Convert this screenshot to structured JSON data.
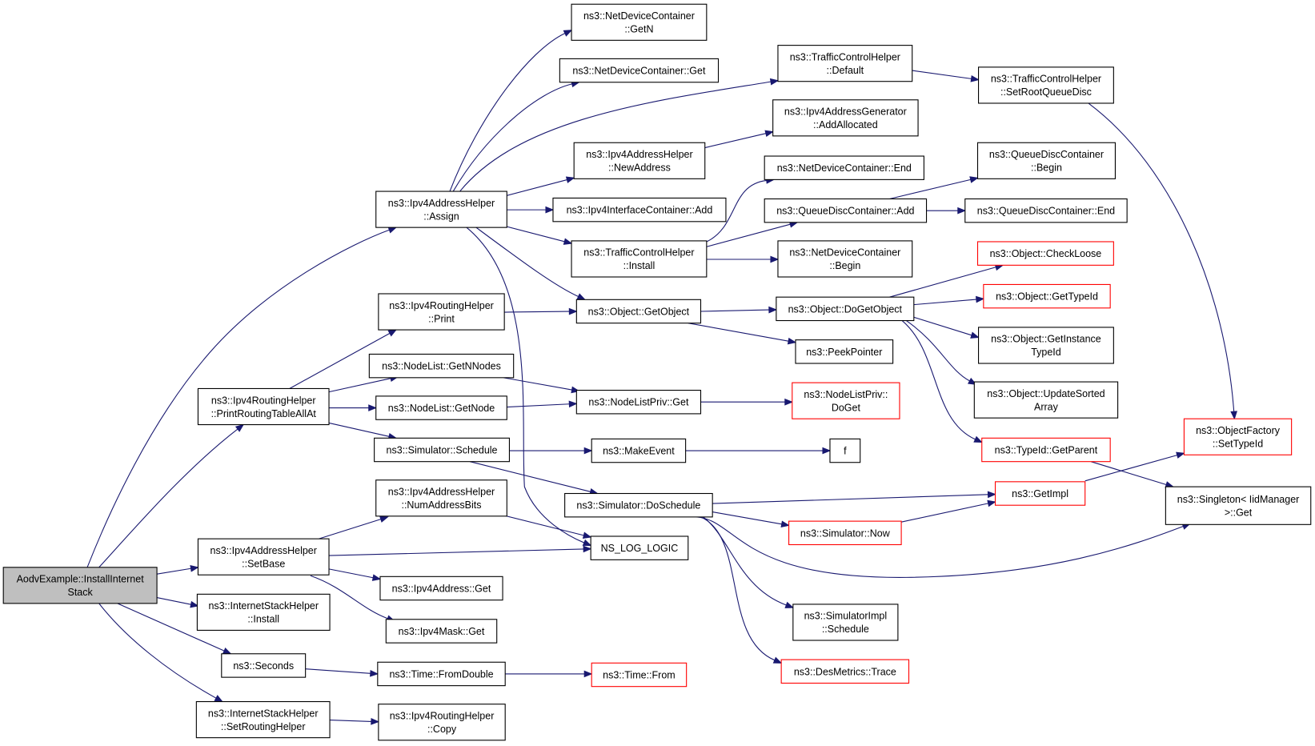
{
  "colors": {
    "edge": "#191970",
    "node_border": "#000000",
    "node_border_external": "#ff0000",
    "root_fill": "#bfbfbf",
    "node_fill": "#ffffff",
    "text": "#000000"
  },
  "nodes": [
    {
      "id": "root",
      "lines": [
        "AodvExample::InstallInternet",
        "Stack"
      ],
      "style": "root"
    },
    {
      "id": "ipv4ah_assign",
      "lines": [
        "ns3::Ipv4AddressHelper",
        "::Assign"
      ]
    },
    {
      "id": "ndc_getn",
      "lines": [
        "ns3::NetDeviceContainer",
        "::GetN"
      ]
    },
    {
      "id": "ndc_get",
      "lines": [
        "ns3::NetDeviceContainer::Get"
      ]
    },
    {
      "id": "tch_default",
      "lines": [
        "ns3::TrafficControlHelper",
        "::Default"
      ]
    },
    {
      "id": "tch_setroot",
      "lines": [
        "ns3::TrafficControlHelper",
        "::SetRootQueueDisc"
      ]
    },
    {
      "id": "ipv4ag_addalloc",
      "lines": [
        "ns3::Ipv4AddressGenerator",
        "::AddAllocated"
      ]
    },
    {
      "id": "ipv4ah_newaddr",
      "lines": [
        "ns3::Ipv4AddressHelper",
        "::NewAddress"
      ]
    },
    {
      "id": "ndc_end",
      "lines": [
        "ns3::NetDeviceContainer::End"
      ]
    },
    {
      "id": "qdc_begin",
      "lines": [
        "ns3::QueueDiscContainer",
        "::Begin"
      ]
    },
    {
      "id": "ipv4ic_add",
      "lines": [
        "ns3::Ipv4InterfaceContainer::Add"
      ]
    },
    {
      "id": "qdc_add",
      "lines": [
        "ns3::QueueDiscContainer::Add"
      ]
    },
    {
      "id": "qdc_end",
      "lines": [
        "ns3::QueueDiscContainer::End"
      ]
    },
    {
      "id": "tch_install",
      "lines": [
        "ns3::TrafficControlHelper",
        "::Install"
      ]
    },
    {
      "id": "ndc_begin",
      "lines": [
        "ns3::NetDeviceContainer",
        "::Begin"
      ]
    },
    {
      "id": "obj_checkloose",
      "lines": [
        "ns3::Object::CheckLoose"
      ],
      "style": "external"
    },
    {
      "id": "ipv4rh_print",
      "lines": [
        "ns3::Ipv4RoutingHelper",
        "::Print"
      ]
    },
    {
      "id": "obj_getobject",
      "lines": [
        "ns3::Object::GetObject"
      ]
    },
    {
      "id": "obj_dogetobject",
      "lines": [
        "ns3::Object::DoGetObject"
      ]
    },
    {
      "id": "obj_gettypeid",
      "lines": [
        "ns3::Object::GetTypeId"
      ],
      "style": "external"
    },
    {
      "id": "peekpointer",
      "lines": [
        "ns3::PeekPointer"
      ]
    },
    {
      "id": "obj_getinstance",
      "lines": [
        "ns3::Object::GetInstance",
        "TypeId"
      ]
    },
    {
      "id": "nodelist_getnnodes",
      "lines": [
        "ns3::NodeList::GetNNodes"
      ]
    },
    {
      "id": "ipv4rh_printall",
      "lines": [
        "ns3::Ipv4RoutingHelper",
        "::PrintRoutingTableAllAt"
      ]
    },
    {
      "id": "nodelist_getnode",
      "lines": [
        "ns3::NodeList::GetNode"
      ]
    },
    {
      "id": "nodelistpriv_get",
      "lines": [
        "ns3::NodeListPriv::Get"
      ]
    },
    {
      "id": "nodelistpriv_doget",
      "lines": [
        "ns3::NodeListPriv::",
        "DoGet"
      ],
      "style": "external"
    },
    {
      "id": "obj_updatesorted",
      "lines": [
        "ns3::Object::UpdateSorted",
        "Array"
      ]
    },
    {
      "id": "sim_schedule",
      "lines": [
        "ns3::Simulator::Schedule"
      ]
    },
    {
      "id": "makeevent",
      "lines": [
        "ns3::MakeEvent"
      ]
    },
    {
      "id": "f",
      "lines": [
        "f"
      ]
    },
    {
      "id": "typeid_getparent",
      "lines": [
        "ns3::TypeId::GetParent"
      ],
      "style": "external"
    },
    {
      "id": "objfactory_settypeid",
      "lines": [
        "ns3::ObjectFactory",
        "::SetTypeId"
      ],
      "style": "external"
    },
    {
      "id": "ipv4ah_numaddrbits",
      "lines": [
        "ns3::Ipv4AddressHelper",
        "::NumAddressBits"
      ]
    },
    {
      "id": "sim_doschedule",
      "lines": [
        "ns3::Simulator::DoSchedule"
      ]
    },
    {
      "id": "getimpl",
      "lines": [
        "ns3::GetImpl"
      ],
      "style": "external"
    },
    {
      "id": "singleton_get",
      "lines": [
        "ns3::Singleton< IidManager",
        ">::Get"
      ]
    },
    {
      "id": "ipv4ah_setbase",
      "lines": [
        "ns3::Ipv4AddressHelper",
        "::SetBase"
      ]
    },
    {
      "id": "ns_log_logic",
      "lines": [
        "NS_LOG_LOGIC"
      ]
    },
    {
      "id": "sim_now",
      "lines": [
        "ns3::Simulator::Now"
      ],
      "style": "external"
    },
    {
      "id": "ipv4addr_get",
      "lines": [
        "ns3::Ipv4Address::Get"
      ]
    },
    {
      "id": "ish_install",
      "lines": [
        "ns3::InternetStackHelper",
        "::Install"
      ]
    },
    {
      "id": "simimpl_schedule",
      "lines": [
        "ns3::SimulatorImpl",
        "::Schedule"
      ]
    },
    {
      "id": "ipv4mask_get",
      "lines": [
        "ns3::Ipv4Mask::Get"
      ]
    },
    {
      "id": "seconds",
      "lines": [
        "ns3::Seconds"
      ]
    },
    {
      "id": "time_fromdouble",
      "lines": [
        "ns3::Time::FromDouble"
      ]
    },
    {
      "id": "time_from",
      "lines": [
        "ns3::Time::From"
      ],
      "style": "external"
    },
    {
      "id": "desmetrics_trace",
      "lines": [
        "ns3::DesMetrics::Trace"
      ],
      "style": "external"
    },
    {
      "id": "ish_setrouting",
      "lines": [
        "ns3::InternetStackHelper",
        "::SetRoutingHelper"
      ]
    },
    {
      "id": "ipv4rh_copy",
      "lines": [
        "ns3::Ipv4RoutingHelper",
        "::Copy"
      ]
    }
  ],
  "edges": [
    [
      "root",
      "ipv4ah_assign"
    ],
    [
      "root",
      "ipv4rh_printall"
    ],
    [
      "root",
      "ipv4ah_setbase"
    ],
    [
      "root",
      "ish_install"
    ],
    [
      "root",
      "seconds"
    ],
    [
      "root",
      "ish_setrouting"
    ],
    [
      "ipv4ah_assign",
      "ndc_getn"
    ],
    [
      "ipv4ah_assign",
      "ndc_get"
    ],
    [
      "ipv4ah_assign",
      "tch_default"
    ],
    [
      "ipv4ah_assign",
      "ipv4ah_newaddr"
    ],
    [
      "ipv4ah_assign",
      "ipv4ic_add"
    ],
    [
      "ipv4ah_assign",
      "tch_install"
    ],
    [
      "ipv4ah_assign",
      "obj_getobject"
    ],
    [
      "ipv4ah_assign",
      "ns_log_logic"
    ],
    [
      "tch_default",
      "tch_setroot"
    ],
    [
      "tch_setroot",
      "objfactory_settypeid"
    ],
    [
      "ipv4ah_newaddr",
      "ipv4ag_addalloc"
    ],
    [
      "tch_install",
      "ndc_end"
    ],
    [
      "tch_install",
      "qdc_add"
    ],
    [
      "tch_install",
      "ndc_begin"
    ],
    [
      "qdc_add",
      "qdc_begin"
    ],
    [
      "qdc_add",
      "qdc_end"
    ],
    [
      "ipv4rh_print",
      "obj_getobject"
    ],
    [
      "obj_getobject",
      "obj_dogetobject"
    ],
    [
      "obj_getobject",
      "peekpointer"
    ],
    [
      "obj_dogetobject",
      "obj_checkloose"
    ],
    [
      "obj_dogetobject",
      "obj_gettypeid"
    ],
    [
      "obj_dogetobject",
      "obj_getinstance"
    ],
    [
      "obj_dogetobject",
      "obj_updatesorted"
    ],
    [
      "obj_dogetobject",
      "typeid_getparent"
    ],
    [
      "ipv4rh_printall",
      "ipv4rh_print"
    ],
    [
      "ipv4rh_printall",
      "nodelist_getnnodes"
    ],
    [
      "ipv4rh_printall",
      "nodelist_getnode"
    ],
    [
      "ipv4rh_printall",
      "sim_schedule"
    ],
    [
      "nodelist_getnnodes",
      "nodelistpriv_get"
    ],
    [
      "nodelist_getnode",
      "nodelistpriv_get"
    ],
    [
      "nodelistpriv_get",
      "nodelistpriv_doget"
    ],
    [
      "sim_schedule",
      "makeevent"
    ],
    [
      "sim_schedule",
      "sim_doschedule"
    ],
    [
      "makeevent",
      "f"
    ],
    [
      "typeid_getparent",
      "singleton_get"
    ],
    [
      "ipv4ah_setbase",
      "ipv4ah_numaddrbits"
    ],
    [
      "ipv4ah_setbase",
      "ns_log_logic"
    ],
    [
      "ipv4ah_setbase",
      "ipv4addr_get"
    ],
    [
      "ipv4ah_setbase",
      "ipv4mask_get"
    ],
    [
      "ipv4ah_numaddrbits",
      "ns_log_logic"
    ],
    [
      "sim_doschedule",
      "getimpl"
    ],
    [
      "sim_doschedule",
      "sim_now"
    ],
    [
      "sim_doschedule",
      "singleton_get"
    ],
    [
      "sim_doschedule",
      "simimpl_schedule"
    ],
    [
      "sim_doschedule",
      "desmetrics_trace"
    ],
    [
      "sim_now",
      "getimpl"
    ],
    [
      "getimpl",
      "objfactory_settypeid"
    ],
    [
      "seconds",
      "time_fromdouble"
    ],
    [
      "time_fromdouble",
      "time_from"
    ],
    [
      "ish_setrouting",
      "ipv4rh_copy"
    ]
  ]
}
